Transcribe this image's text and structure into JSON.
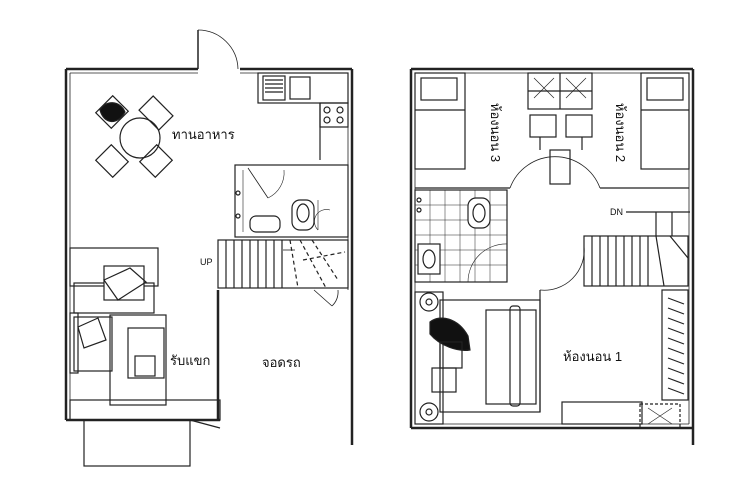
{
  "ground_floor": {
    "dining_label": "ทานอาหาร",
    "living_label": "รับแขก",
    "carport_label": "จอดรถ",
    "stair_label": "UP"
  },
  "upper_floor": {
    "bedroom1_label": "ห้องนอน 1",
    "bedroom2_label": "ห้องนอน 2",
    "bedroom3_label": "ห้องนอน 3",
    "stair_label": "DN"
  }
}
